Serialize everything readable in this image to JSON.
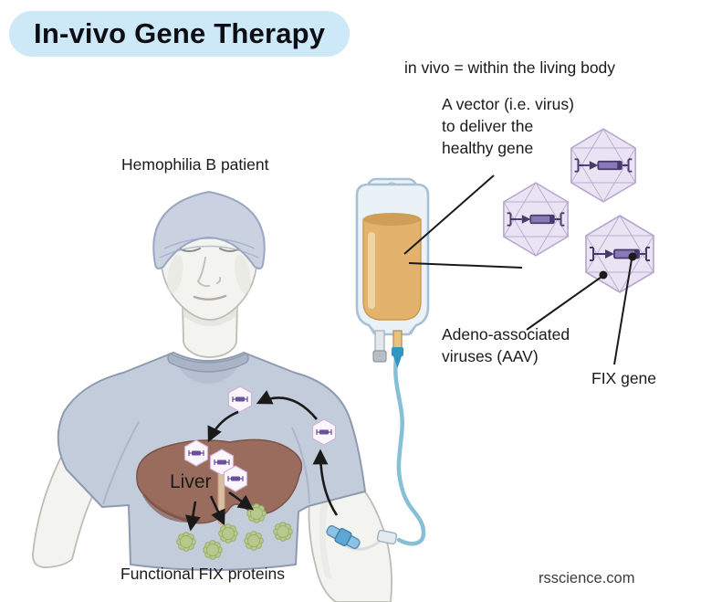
{
  "title": "In-vivo Gene Therapy",
  "subtitle": "in vivo = within the living body",
  "labels": {
    "patient": "Hemophilia B patient",
    "vector": "A vector (i.e. virus)\nto deliver the\nhealthy gene",
    "aav": "Adeno-associated\nviruses (AAV)",
    "fix_gene": "FIX gene",
    "liver": "Liver",
    "fix_proteins": "Functional FIX proteins",
    "credit": "rsscience.com"
  },
  "colors": {
    "banner": "#cde9f8",
    "ink": "#1a1a1a",
    "shirt": "#c3ccda",
    "shirt_shade": "#a9b4c7",
    "shirt_line": "#8e9ab0",
    "skin": "#f3f3f0",
    "skin_shade": "#e3e3de",
    "skin_line": "#bdbdb6",
    "cap": "#cad2e2",
    "cap_line": "#9ba7c0",
    "liver": "#9a6c5e",
    "liver_dark": "#7d5244",
    "liver_strip": "#d8bf9f",
    "capsid": "#eae3f3",
    "capsid_line": "#b4a5cb",
    "gene_dark": "#473a6c",
    "gene_mid": "#8a79b8",
    "protein": "#b7c98d",
    "protein_line": "#9ab06c",
    "tube": "#87c0d6",
    "bag": "#eaf2f8",
    "bag_line": "#a6c1d6",
    "fluid": "#e3b36e",
    "catheter": "#8ec2e2",
    "catheter_dark": "#5ea6d4"
  }
}
